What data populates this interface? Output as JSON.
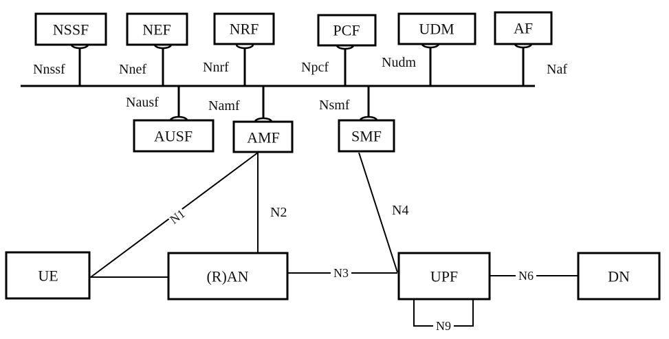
{
  "nodes": {
    "nssf": "NSSF",
    "nef": "NEF",
    "nrf": "NRF",
    "pcf": "PCF",
    "udm": "UDM",
    "af": "AF",
    "ausf": "AUSF",
    "amf": "AMF",
    "smf": "SMF",
    "ue": "UE",
    "ran": "(R)AN",
    "upf": "UPF",
    "dn": "DN"
  },
  "service_interfaces": {
    "nnssf": "Nnssf",
    "nnef": "Nnef",
    "nnrf": "Nnrf",
    "npcf": "Npcf",
    "nudm": "Nudm",
    "naf": "Naf",
    "nausf": "Nausf",
    "namf": "Namf",
    "nsmf": "Nsmf"
  },
  "reference_points": {
    "n1": "N1",
    "n2": "N2",
    "n3": "N3",
    "n4": "N4",
    "n6": "N6",
    "n9": "N9"
  }
}
